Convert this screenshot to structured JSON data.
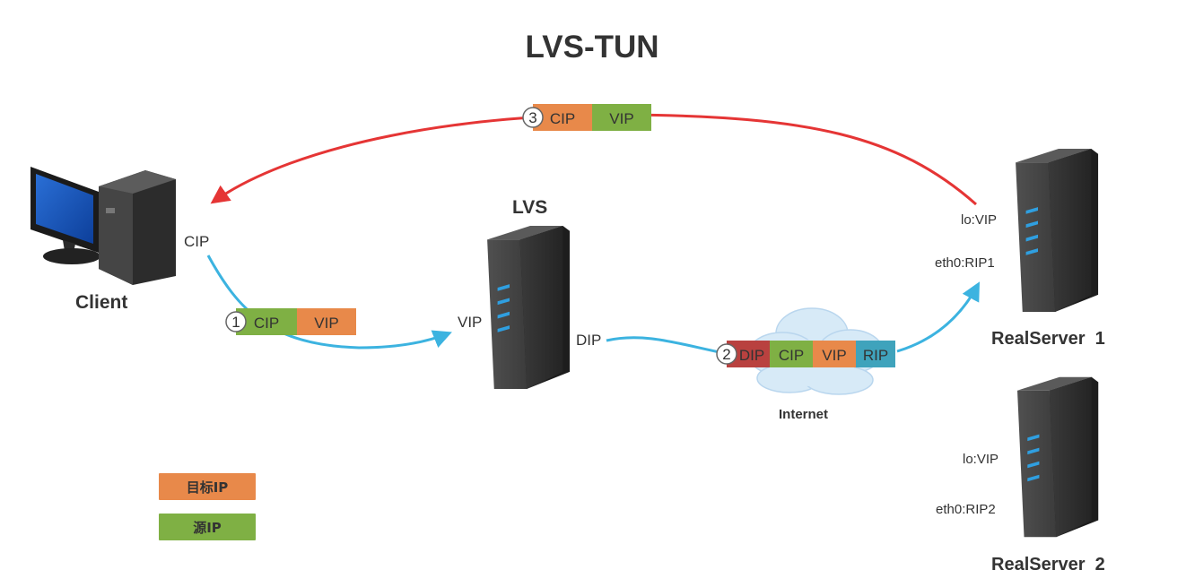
{
  "title": "LVS-TUN",
  "colors": {
    "dest_ip": "#e8894a",
    "src_ip": "#7fb044",
    "dip": "#b9413f",
    "rip": "#3fa3bc",
    "return_arrow": "#e53535",
    "forward_arrow": "#3cb3e0"
  },
  "nodes": {
    "client": {
      "label": "Client",
      "ip": "CIP"
    },
    "lvs": {
      "label": "LVS",
      "vip": "VIP",
      "dip": "DIP"
    },
    "internet": {
      "label": "Internet"
    },
    "realserver1": {
      "label": "RealServer  1",
      "lo": "lo:VIP",
      "eth": "eth0:RIP1"
    },
    "realserver2": {
      "label": "RealServer  2",
      "lo": "lo:VIP",
      "eth": "eth0:RIP2"
    }
  },
  "packets": {
    "p1": {
      "step": "1",
      "fields": [
        "CIP",
        "VIP"
      ]
    },
    "p2": {
      "step": "2",
      "fields": [
        "DIP",
        "CIP",
        "VIP",
        "RIP"
      ]
    },
    "p3": {
      "step": "3",
      "fields": [
        "CIP",
        "VIP"
      ]
    }
  },
  "legend": [
    {
      "label": "目标IP",
      "color": "#e8894a"
    },
    {
      "label": "源IP",
      "color": "#7fb044"
    }
  ]
}
